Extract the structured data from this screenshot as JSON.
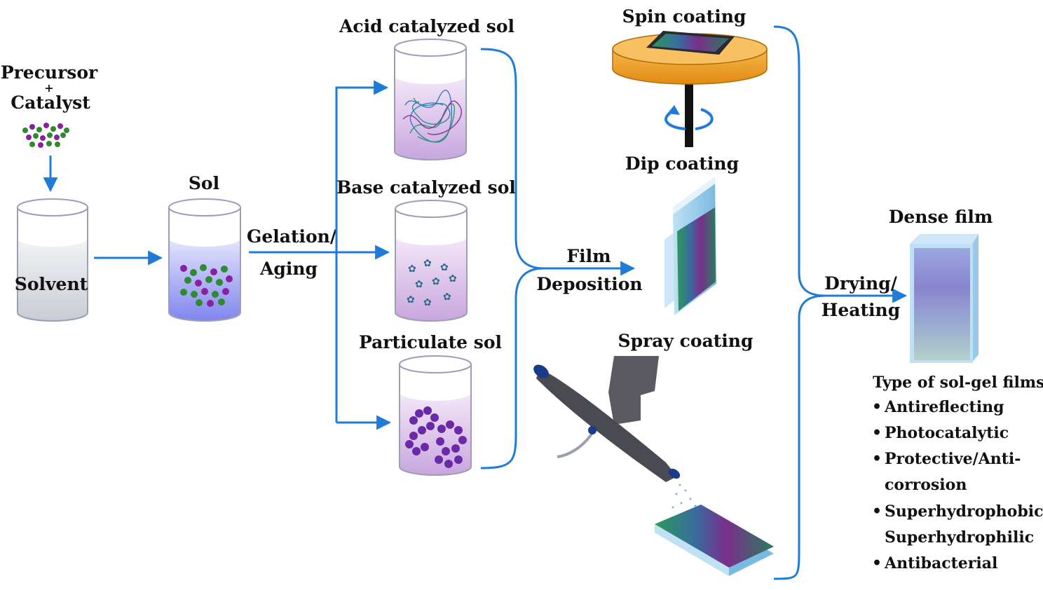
{
  "precursor": {
    "label": "Precursor",
    "plus": "+",
    "catalyst": "Catalyst"
  },
  "solvent": {
    "label": "Solvent"
  },
  "sol": {
    "label": "Sol"
  },
  "gelation": {
    "line1": "Gelation/",
    "line2": "Aging"
  },
  "sols": {
    "acid": "Acid catalyzed sol",
    "base": "Base catalyzed sol",
    "particulate": "Particulate sol"
  },
  "film_deposition": {
    "line1": "Film",
    "line2": "Deposition"
  },
  "methods": {
    "spin": "Spin coating",
    "dip": "Dip coating",
    "spray": "Spray coating"
  },
  "drying": {
    "line1": "Drying/",
    "line2": "Heating"
  },
  "dense_film": {
    "label": "Dense film"
  },
  "film_types": {
    "title": "Type  of sol-gel films",
    "items": [
      {
        "line1": "Antireflecting"
      },
      {
        "line1": "Photocatalytic"
      },
      {
        "line1": "Protective/Anti-",
        "line2": "corrosion"
      },
      {
        "line1": "Superhydrophobic/",
        "line2": "Superhydrophilic"
      },
      {
        "line1": "Antibacterial"
      }
    ],
    "bullet": "•"
  },
  "colors": {
    "arrow": "#1f7bd8",
    "purple_dot": "#8a1fa0",
    "green_dot": "#2f8a2f",
    "spin_disk": "#f0a02a"
  }
}
